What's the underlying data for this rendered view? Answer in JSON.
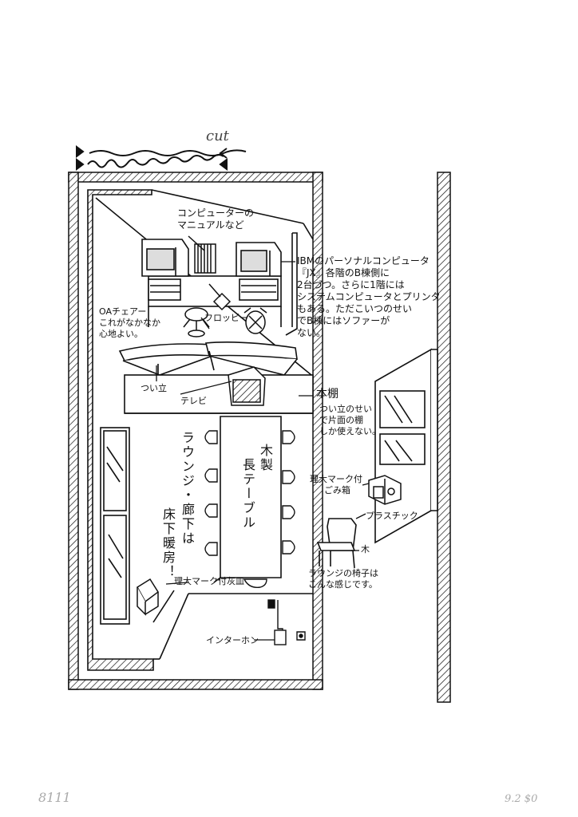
{
  "header": {
    "correction": "cut"
  },
  "labels": {
    "manuals": [
      "コンピューターの",
      "マニュアルなど"
    ],
    "ibm_note": [
      "IBMのパーソナルコンピュータ",
      "『JX』各階のB棟側に",
      "2台づつ。さらに1階には",
      "システムコンピュータとプリンタ",
      "もある。ただこいつのせい",
      "でB棟にはソファーが",
      "ない。"
    ],
    "oa_chair": [
      "OAチェアー",
      "これがなかなか",
      "心地よい。"
    ],
    "floppy": "フロッピー",
    "partition": "つい立",
    "tv": "テレビ",
    "bookshelf": "本棚",
    "bookshelf_note": [
      "つい立のせい",
      "で片面の棚",
      "しか使えない。"
    ],
    "wooden": "木製",
    "long_table": "長テーブル",
    "lounge_floor": [
      "ラウンジ・廊下は",
      "床下暖房！"
    ],
    "trash": [
      "理大マーク付",
      "ごみ箱"
    ],
    "plastic": "プラスチック",
    "wood": "木",
    "lounge_chair": [
      "ラウンジの椅子は",
      "こんな感じです。"
    ],
    "ashtray": "理大マーク付灰皿",
    "intercom": "インターホン"
  },
  "marginalia": {
    "bottom_left": "8111",
    "bottom_right": "9.2 $0"
  }
}
